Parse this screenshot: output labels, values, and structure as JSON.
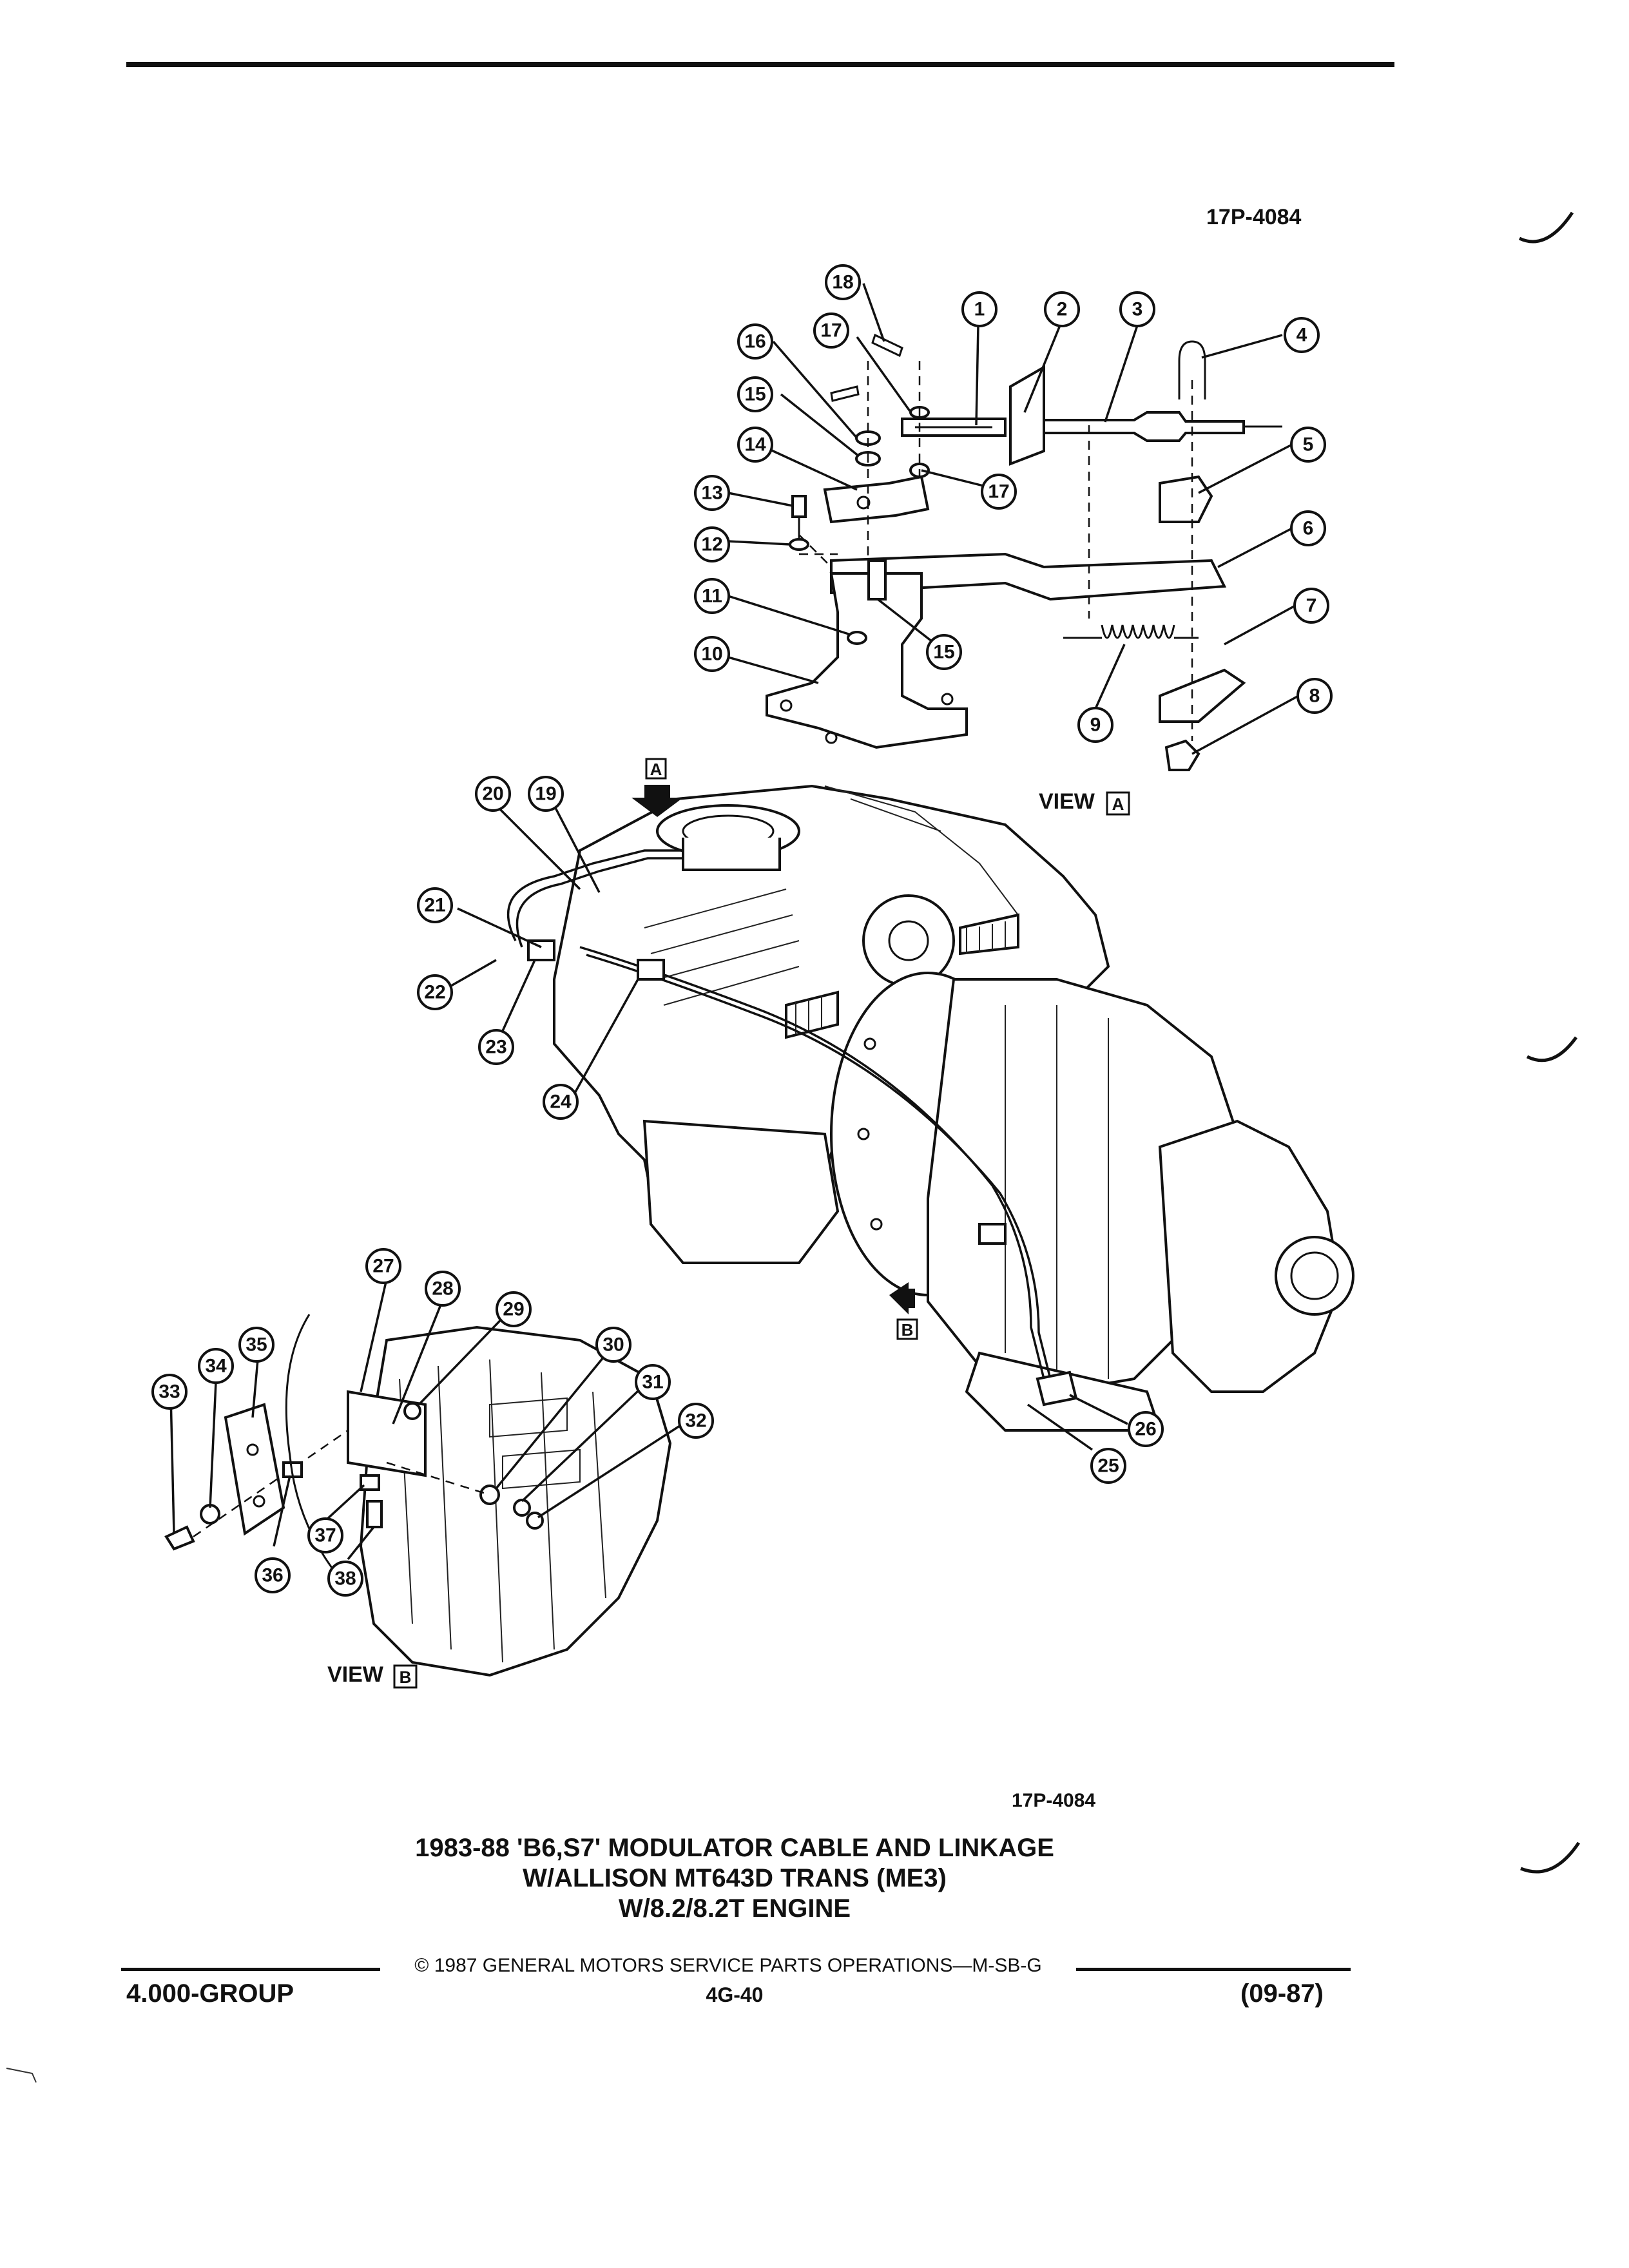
{
  "header": {
    "figure_code_top": "17P-4084"
  },
  "diagram": {
    "callouts": [
      "1",
      "2",
      "3",
      "4",
      "5",
      "6",
      "7",
      "8",
      "9",
      "10",
      "11",
      "12",
      "13",
      "14",
      "15",
      "15",
      "16",
      "17",
      "17",
      "18",
      "19",
      "20",
      "21",
      "22",
      "23",
      "24",
      "25",
      "26",
      "27",
      "28",
      "29",
      "30",
      "31",
      "32",
      "33",
      "34",
      "35",
      "36",
      "37",
      "38"
    ],
    "view_a_label": "VIEW",
    "view_a_letter": "A",
    "view_b_label": "VIEW",
    "view_b_letter": "B",
    "arrow_a_letter": "A",
    "arrow_b_letter": "B"
  },
  "caption": {
    "figure_code_bottom": "17P-4084",
    "title_line1": "1983-88 'B6,S7' MODULATOR CABLE AND LINKAGE",
    "title_line2": "W/ALLISON MT643D TRANS (ME3)",
    "title_line3": "W/8.2/8.2T ENGINE"
  },
  "footer": {
    "copyright": "© 1987 GENERAL MOTORS SERVICE PARTS OPERATIONS—M-SB-G",
    "group": "4.000-GROUP",
    "page": "4G-40",
    "date": "(09-87)"
  }
}
